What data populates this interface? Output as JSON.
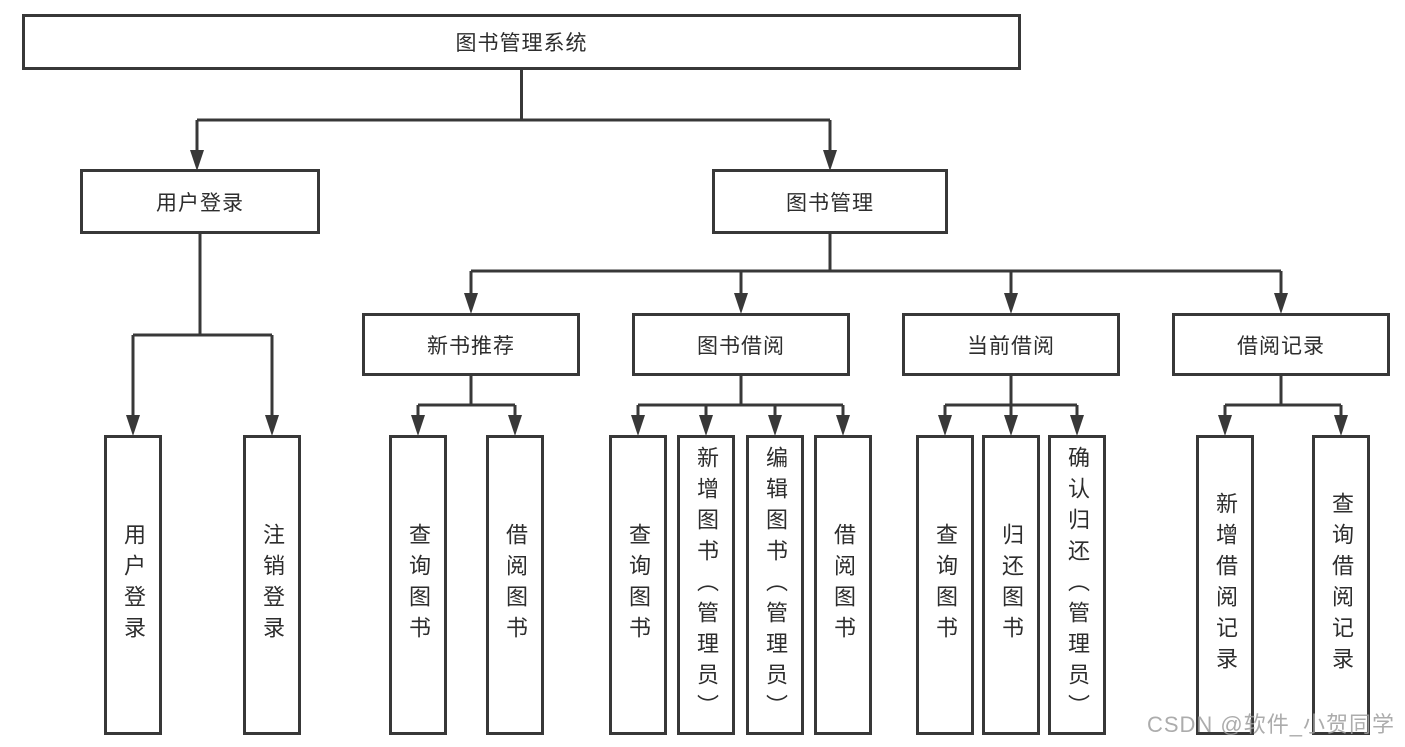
{
  "diagram": {
    "root": {
      "label": "图书管理系统"
    },
    "level2": {
      "user_login": {
        "label": "用户登录"
      },
      "book_management": {
        "label": "图书管理"
      }
    },
    "level3": {
      "new_book_recommend": {
        "label": "新书推荐"
      },
      "book_borrow": {
        "label": "图书借阅"
      },
      "current_borrow": {
        "label": "当前借阅"
      },
      "borrow_record": {
        "label": "借阅记录"
      }
    },
    "leaves": {
      "user_login": {
        "label": "用户登录"
      },
      "logout": {
        "label": "注销登录"
      },
      "query_books_recommend": {
        "label": "查询图书"
      },
      "borrow_books_recommend": {
        "label": "借阅图书"
      },
      "query_books_borrow": {
        "label": "查询图书"
      },
      "add_books_admin": {
        "label": "新增图书（管理员）"
      },
      "edit_books_admin": {
        "label": "编辑图书（管理员）"
      },
      "borrow_books": {
        "label": "借阅图书"
      },
      "query_books_current": {
        "label": "查询图书"
      },
      "return_books": {
        "label": "归还图书"
      },
      "confirm_return_admin": {
        "label": "确认归还（管理员）"
      },
      "add_borrow_record": {
        "label": "新增借阅记录"
      },
      "query_borrow_record": {
        "label": "查询借阅记录"
      }
    },
    "watermark": "CSDN @软件_小贺同学",
    "colors": {
      "line": "#383838",
      "text": "#2d2d2d",
      "box_background": "#ffffff",
      "watermark": "#9e9e9e",
      "background": "#ffffff"
    }
  }
}
